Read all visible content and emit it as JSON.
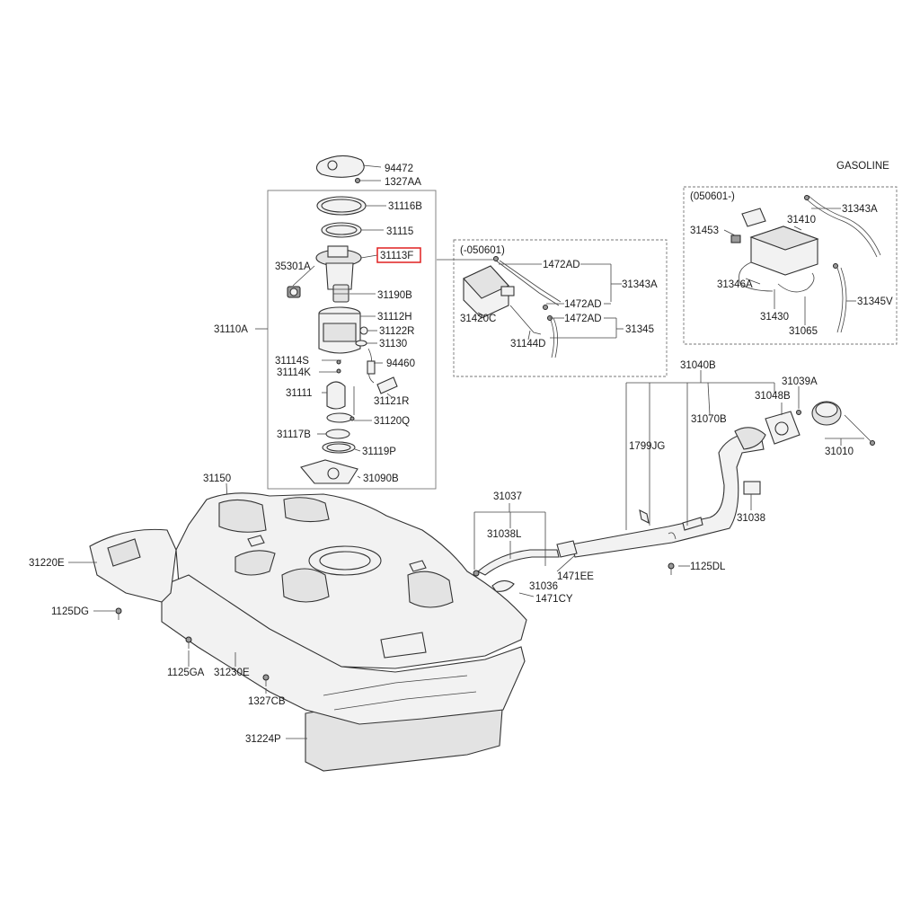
{
  "diagram": {
    "variant_label": "GASOLINE",
    "highlight_part": "31113F",
    "insets": [
      {
        "key": "evap_early",
        "label": "(-050601)"
      },
      {
        "key": "evap_late",
        "label": "(050601-)"
      }
    ],
    "part_labels": {
      "p94472": "94472",
      "p1327AA": "1327AA",
      "p31116B": "31116B",
      "p31115": "31115",
      "p31113F": "31113F",
      "p35301A": "35301A",
      "p31190B": "31190B",
      "p31110A": "31110A",
      "p31112H": "31112H",
      "p31122R": "31122R",
      "p31130": "31130",
      "p31114S": "31114S",
      "p94460": "94460",
      "p31114K": "31114K",
      "p31111": "31111",
      "p31121R": "31121R",
      "p31120Q": "31120Q",
      "p31117B": "31117B",
      "p31119P": "31119P",
      "p31090B": "31090B",
      "p1472AD_a": "1472AD",
      "p31343A_a": "31343A",
      "p1472AD_b": "1472AD",
      "p31420C": "31420C",
      "p1472AD_c": "1472AD",
      "p31144D": "31144D",
      "p31345": "31345",
      "p31343A_b": "31343A",
      "p31410": "31410",
      "p31453": "31453",
      "p31346A": "31346A",
      "p31345V": "31345V",
      "p31430": "31430",
      "p31065": "31065",
      "p31040B": "31040B",
      "p31039A": "31039A",
      "p31048B": "31048B",
      "p31070B": "31070B",
      "p1799JG": "1799JG",
      "p31010": "31010",
      "p31038": "31038",
      "p31037": "31037",
      "p31038L": "31038L",
      "p1471EE": "1471EE",
      "p31036": "31036",
      "p1471CY": "1471CY",
      "p1125DL": "1125DL",
      "p31150": "31150",
      "p31220E": "31220E",
      "p1125DG": "1125DG",
      "p1125GA": "1125GA",
      "p31230E": "31230E",
      "p1327CB": "1327CB",
      "p31224P": "31224P"
    }
  }
}
